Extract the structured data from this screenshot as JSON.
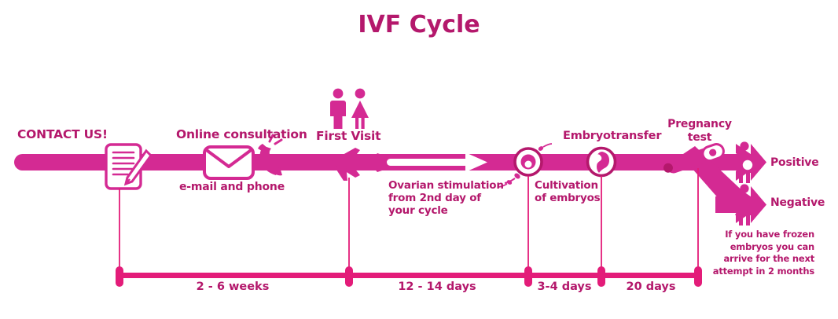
{
  "title": "IVF Cycle",
  "colors": {
    "title": "#b4186c",
    "label": "#b4186c",
    "bar": "#d42a93",
    "icon": "#d42a93",
    "icon_dark": "#b4186c",
    "scale": "#e31c79",
    "background": "#ffffff"
  },
  "timeline": {
    "stages": [
      {
        "id": "contact-us",
        "label": "CONTACT US!",
        "icon": "clipboard-pen-icon",
        "sublabel": "",
        "note": ""
      },
      {
        "id": "online-consultation",
        "label": "Online consultation",
        "icon": "envelope-phone-icon",
        "sublabel": "e-mail and phone",
        "note": ""
      },
      {
        "id": "first-visit",
        "label": "First Visit",
        "icon": "airplane-icon",
        "top_icon": "couple-icon",
        "sublabel": "",
        "note": ""
      },
      {
        "id": "ovarian-stimulation",
        "label": "",
        "icon": "white-arrow-icon",
        "sublabel": "",
        "note": "Ovarian stimulation from 2nd day of your cycle"
      },
      {
        "id": "cultivation-of-embryos",
        "label": "",
        "icon": "egg-sperm-icon",
        "sublabel": "",
        "note": "Cultivation of embryos"
      },
      {
        "id": "embryotransfer",
        "label": "Embryotransfer",
        "icon": "embryo-icon",
        "sublabel": "",
        "note": ""
      },
      {
        "id": "pregnancy-test",
        "label": "Pregnancy test",
        "icon": "pregnancy-test-stick-icon",
        "sublabel": "",
        "note": ""
      }
    ],
    "outcomes": [
      {
        "id": "positive",
        "label": "Positive",
        "icon": "pregnant-woman-icon"
      },
      {
        "id": "negative",
        "label": "Negative",
        "icon": "woman-icon"
      }
    ],
    "footnote": "If you have frozen embryos you can arrive for the next attempt in 2 months"
  },
  "scale": {
    "segments": [
      {
        "label": "2 - 6 weeks"
      },
      {
        "label": "12 - 14 days"
      },
      {
        "label": "3-4 days"
      },
      {
        "label": "20 days"
      }
    ]
  }
}
